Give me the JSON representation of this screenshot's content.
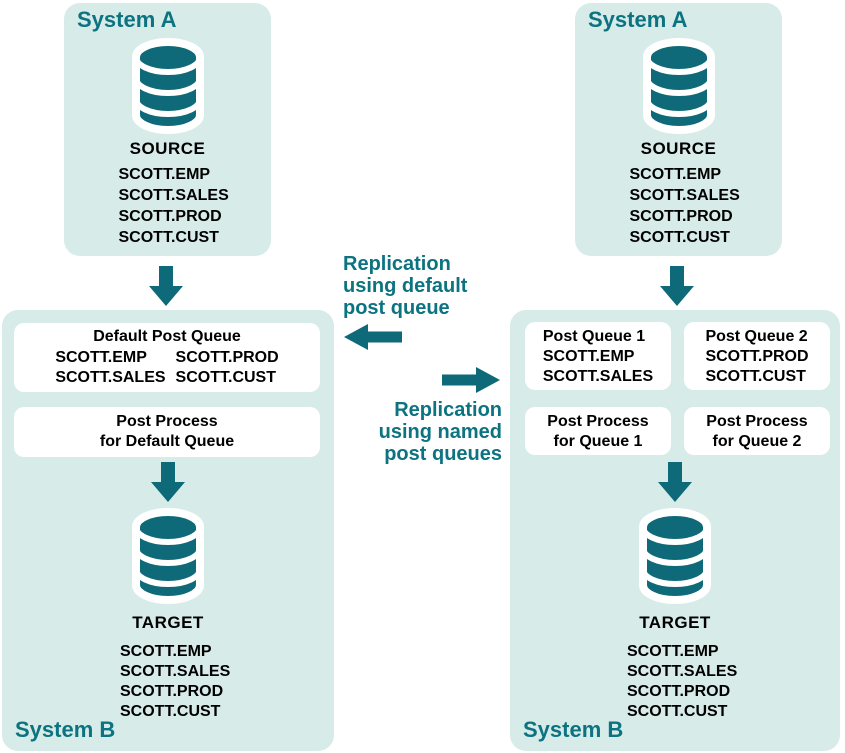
{
  "colors": {
    "panel": "#d7ebe9",
    "shape": "#0e6a78",
    "accent": "#0c7380",
    "boxbg": "#ffffff",
    "ink": "#000000"
  },
  "icons": {
    "database": "database-icon",
    "arrow_down": "arrow-down-icon",
    "arrow_left": "arrow-left-icon",
    "arrow_right": "arrow-right-icon"
  },
  "panels": {
    "left_a": {
      "title": "System A",
      "db": "SOURCE",
      "tables": [
        "SCOTT.EMP",
        "SCOTT.SALES",
        "SCOTT.PROD",
        "SCOTT.CUST"
      ]
    },
    "left_b": {
      "title": "System B",
      "queue": {
        "title": "Default Post Queue",
        "col1": [
          "SCOTT.EMP",
          "SCOTT.SALES"
        ],
        "col2": [
          "SCOTT.PROD",
          "SCOTT.CUST"
        ]
      },
      "process": [
        "Post Process",
        "for Default Queue"
      ],
      "db": "TARGET",
      "tables": [
        "SCOTT.EMP",
        "SCOTT.SALES",
        "SCOTT.PROD",
        "SCOTT.CUST"
      ]
    },
    "right_a": {
      "title": "System A",
      "db": "SOURCE",
      "tables": [
        "SCOTT.EMP",
        "SCOTT.SALES",
        "SCOTT.PROD",
        "SCOTT.CUST"
      ]
    },
    "right_b": {
      "title": "System B",
      "queue1": {
        "title": "Post Queue 1",
        "tables": [
          "SCOTT.EMP",
          "SCOTT.SALES"
        ]
      },
      "queue2": {
        "title": "Post Queue 2",
        "tables": [
          "SCOTT.PROD",
          "SCOTT.CUST"
        ]
      },
      "process1": [
        "Post Process",
        "for Queue 1"
      ],
      "process2": [
        "Post Process",
        "for Queue 2"
      ],
      "db": "TARGET",
      "tables": [
        "SCOTT.EMP",
        "SCOTT.SALES",
        "SCOTT.PROD",
        "SCOTT.CUST"
      ]
    }
  },
  "labels": {
    "default_replication": [
      "Replication",
      "using default",
      "post queue"
    ],
    "named_replication": [
      "Replication",
      "using named",
      "post queues"
    ]
  }
}
